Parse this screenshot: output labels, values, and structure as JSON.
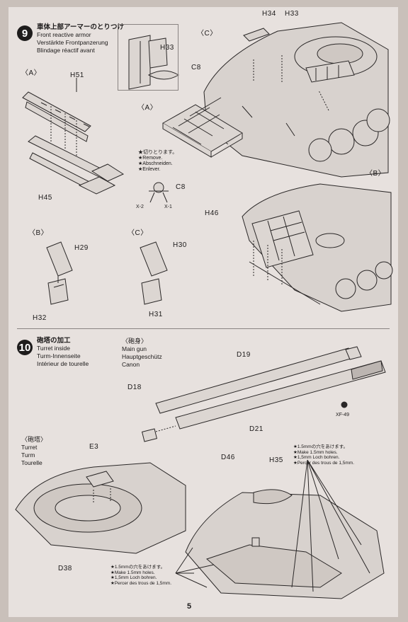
{
  "step9": {
    "number": "9",
    "title_jp": "車体上部アーマーのとりつけ",
    "title_en": "Front reactive armor",
    "title_de": "Verstärkte Frontpanzerung",
    "title_fr": "Blindage réactif avant",
    "inset_part": "H33",
    "parts": {
      "h51": "H51",
      "h45": "H45",
      "h34": "H34",
      "h33": "H33",
      "c8_top": "C8",
      "c8_mid": "C8",
      "h46": "H46",
      "h29": "H29",
      "h32": "H32",
      "h30": "H30",
      "h31": "H31",
      "x2": "X-2",
      "x1": "X-1"
    },
    "views": {
      "a_left": "A",
      "a_mid": "A",
      "c_top": "C",
      "b_right": "B",
      "b_lower": "B",
      "c_lower": "C"
    },
    "remove_note": [
      "★切りとります。",
      "★Remove.",
      "★Abschneiden.",
      "★Enlever."
    ]
  },
  "step10": {
    "number": "10",
    "title_jp": "砲塔の加工",
    "title_en": "Turret inside",
    "title_de": "Turm-Innenseite",
    "title_fr": "Intérieur de tourelle",
    "main_gun_jp": "砲身",
    "main_gun": [
      "Main gun",
      "Hauptgeschütz",
      "Canon"
    ],
    "turret_jp": "砲塔",
    "turret": [
      "Turret",
      "Turm",
      "Tourelle"
    ],
    "parts": {
      "d19": "D19",
      "d18": "D18",
      "d21": "D21",
      "xf49": "XF-49",
      "e3": "E3",
      "d38": "D38",
      "d46": "D46",
      "h35": "H35"
    },
    "holes_note_right": [
      "★1.5mmの穴をあけます。",
      "★Make 1.5mm holes.",
      "★1,5mm Loch bohren.",
      "★Percer des trous de 1,5mm."
    ],
    "holes_note_left": [
      "★1.5mmの穴をあけます。",
      "★Make 1.5mm holes.",
      "★1,5mm Loch bohren.",
      "★Percer des trous de 1,5mm."
    ]
  },
  "page_number": "5"
}
